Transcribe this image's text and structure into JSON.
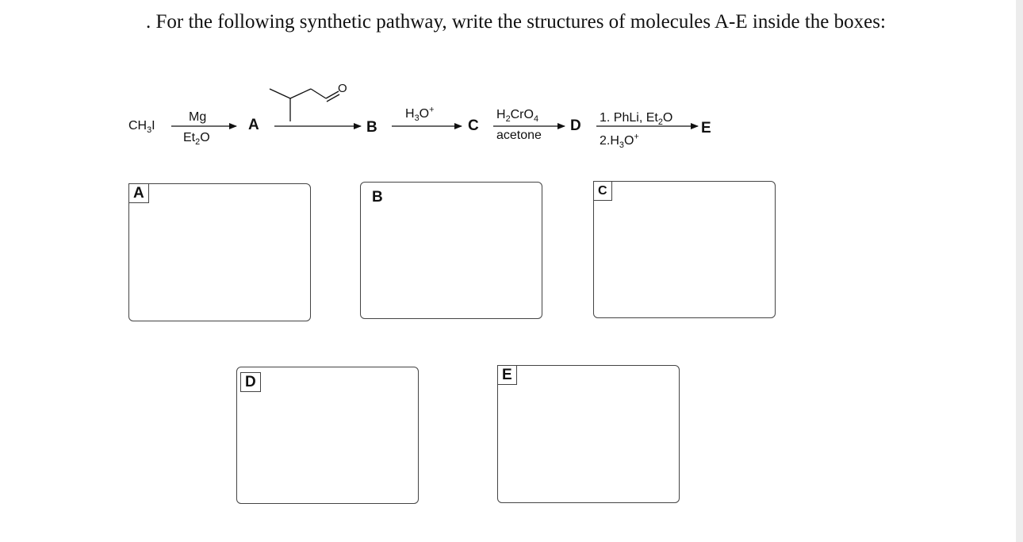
{
  "question": ". For the following synthetic pathway, write the structures of molecules A-E inside the boxes:",
  "scheme": {
    "start": {
      "main": "CH",
      "sub": "3",
      "tail": "I"
    },
    "step1": {
      "above": "Mg",
      "below": {
        "main": "Et",
        "sub": "2",
        "tail": "O"
      },
      "product": "A"
    },
    "step2": {
      "reagent_atom": "O",
      "product": "B"
    },
    "step3": {
      "above": {
        "main": "H",
        "sub": "3",
        "tail": "O",
        "sup": "+"
      },
      "product": "C"
    },
    "step4": {
      "above": {
        "main": "H",
        "sub": "2",
        "mid": "CrO",
        "sub2": "4"
      },
      "below": "acetone",
      "product": "D"
    },
    "step5": {
      "above": {
        "main": "1. PhLi, Et",
        "sub": "2",
        "tail": "O"
      },
      "below": {
        "main": "2.H",
        "sub": "3",
        "tail": "O",
        "sup": "+"
      },
      "product": "E"
    }
  },
  "answer_boxes": [
    {
      "label": "A"
    },
    {
      "label": "B"
    },
    {
      "label": "C"
    },
    {
      "label": "D"
    },
    {
      "label": "E"
    }
  ]
}
